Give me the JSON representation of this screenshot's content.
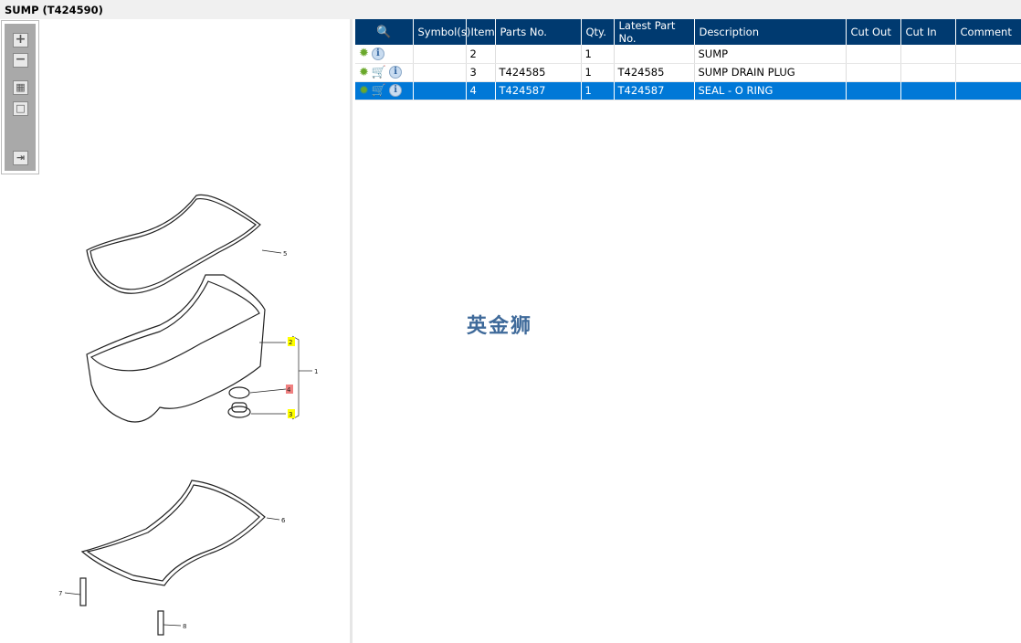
{
  "title": "SUMP (T424590)",
  "toolbar": {
    "zoom_in": "+",
    "zoom_out": "−",
    "fit": "▦",
    "actual": "□",
    "export": "⇥"
  },
  "diagram": {
    "callouts": [
      "5",
      "2",
      "1",
      "4",
      "3",
      "6",
      "7",
      "8"
    ],
    "highlight_yellow": "#ffff00",
    "highlight_red": "#f08080"
  },
  "grid": {
    "columns": [
      "",
      "Symbol(s)",
      "Item",
      "Parts No.",
      "Qty.",
      "Latest Part No.",
      "Description",
      "Cut Out",
      "Cut In",
      "Comment"
    ],
    "rows": [
      {
        "item": "2",
        "parts_no": "",
        "qty": "1",
        "latest": "",
        "description": "SUMP",
        "cart": false,
        "selected": false
      },
      {
        "item": "3",
        "parts_no": "T424585",
        "qty": "1",
        "latest": "T424585",
        "description": "SUMP DRAIN PLUG",
        "cart": true,
        "selected": false
      },
      {
        "item": "4",
        "parts_no": "T424587",
        "qty": "1",
        "latest": "T424587",
        "description": "SEAL - O RING",
        "cart": true,
        "selected": true
      }
    ]
  },
  "watermark": "英金狮",
  "colors": {
    "header": "#003a70",
    "selected": "#0078d7"
  }
}
